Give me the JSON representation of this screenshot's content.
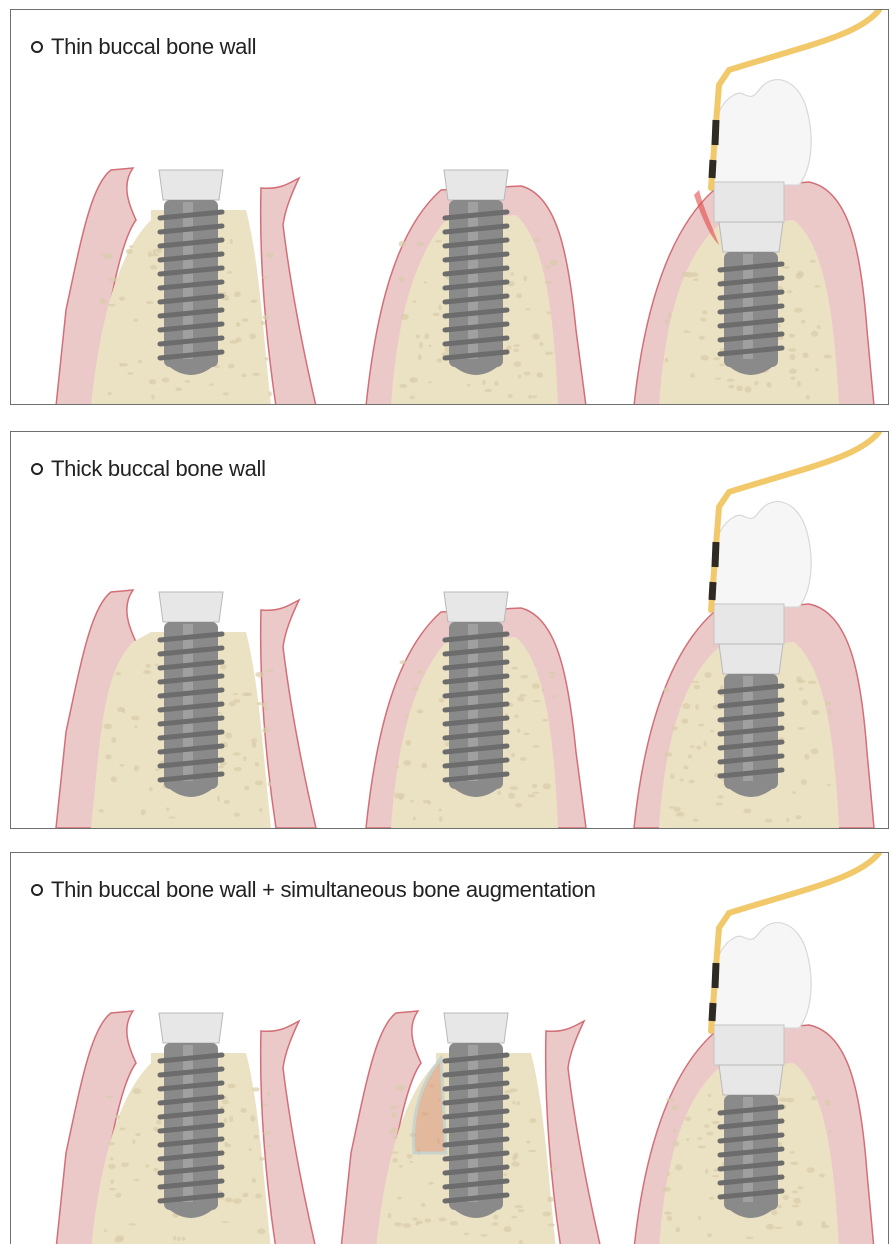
{
  "panels": [
    {
      "title": "Thin buccal bone wall",
      "variant": "thin"
    },
    {
      "title": "Thick buccal bone wall",
      "variant": "thick"
    },
    {
      "title": "Thin buccal bone wall + simultaneous bone augmentation",
      "variant": "augmented"
    }
  ],
  "colors": {
    "gingiva": "#ebc9c9",
    "gingiva_outline": "#d36f76",
    "bone": "#ebe1c3",
    "bone_speckle": "#d9ccaa",
    "implant_dark": "#8a8a8a",
    "implant_light": "#c9c9c9",
    "abutment": "#e7e7e7",
    "crown": "#f6f6f6",
    "probe": "#f2c96a",
    "probe_mark": "#2f2a22",
    "graft_particles": "#d98a6f",
    "membrane": "#9cc3d6",
    "inflammation": "#e44a4a"
  },
  "icons": [
    "bullet-circle-icon",
    "periodontal-probe-icon",
    "dental-implant-icon",
    "crown-icon"
  ]
}
